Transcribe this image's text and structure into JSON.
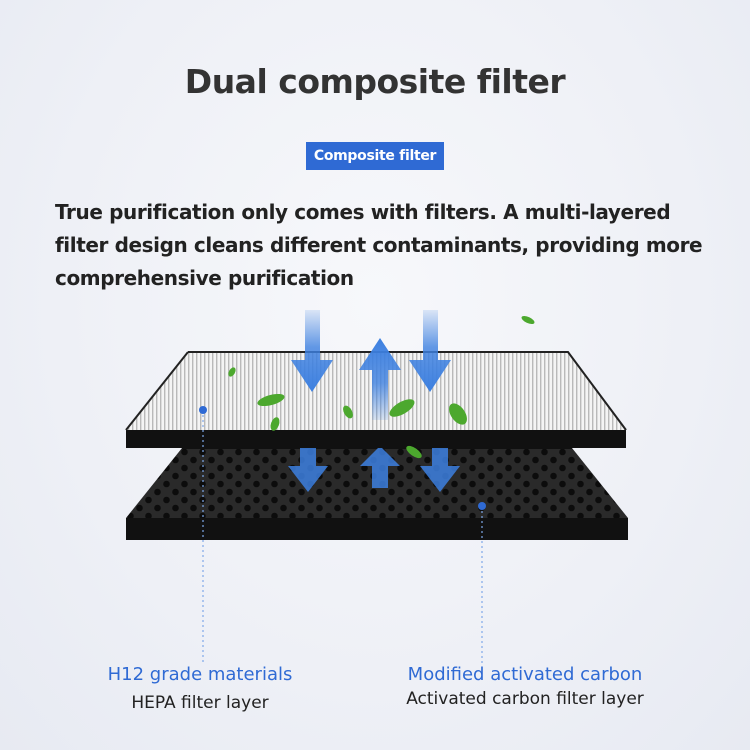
{
  "header": {
    "title": "Dual composite filter",
    "badge": "Composite filter",
    "description": "True purification only comes with filters. A multi-layered filter design cleans different contaminants, providing more comprehensive purification"
  },
  "labels": {
    "hepa": {
      "grade": "H12 grade materials",
      "layer": "HEPA filter layer"
    },
    "carbon": {
      "grade": "Modified activated carbon",
      "layer": "Activated carbon filter layer"
    }
  },
  "colors": {
    "accent": "#2f6ad4",
    "arrow": "#3d80e0",
    "leaf": "#4ca82e",
    "frame": "#111111"
  }
}
